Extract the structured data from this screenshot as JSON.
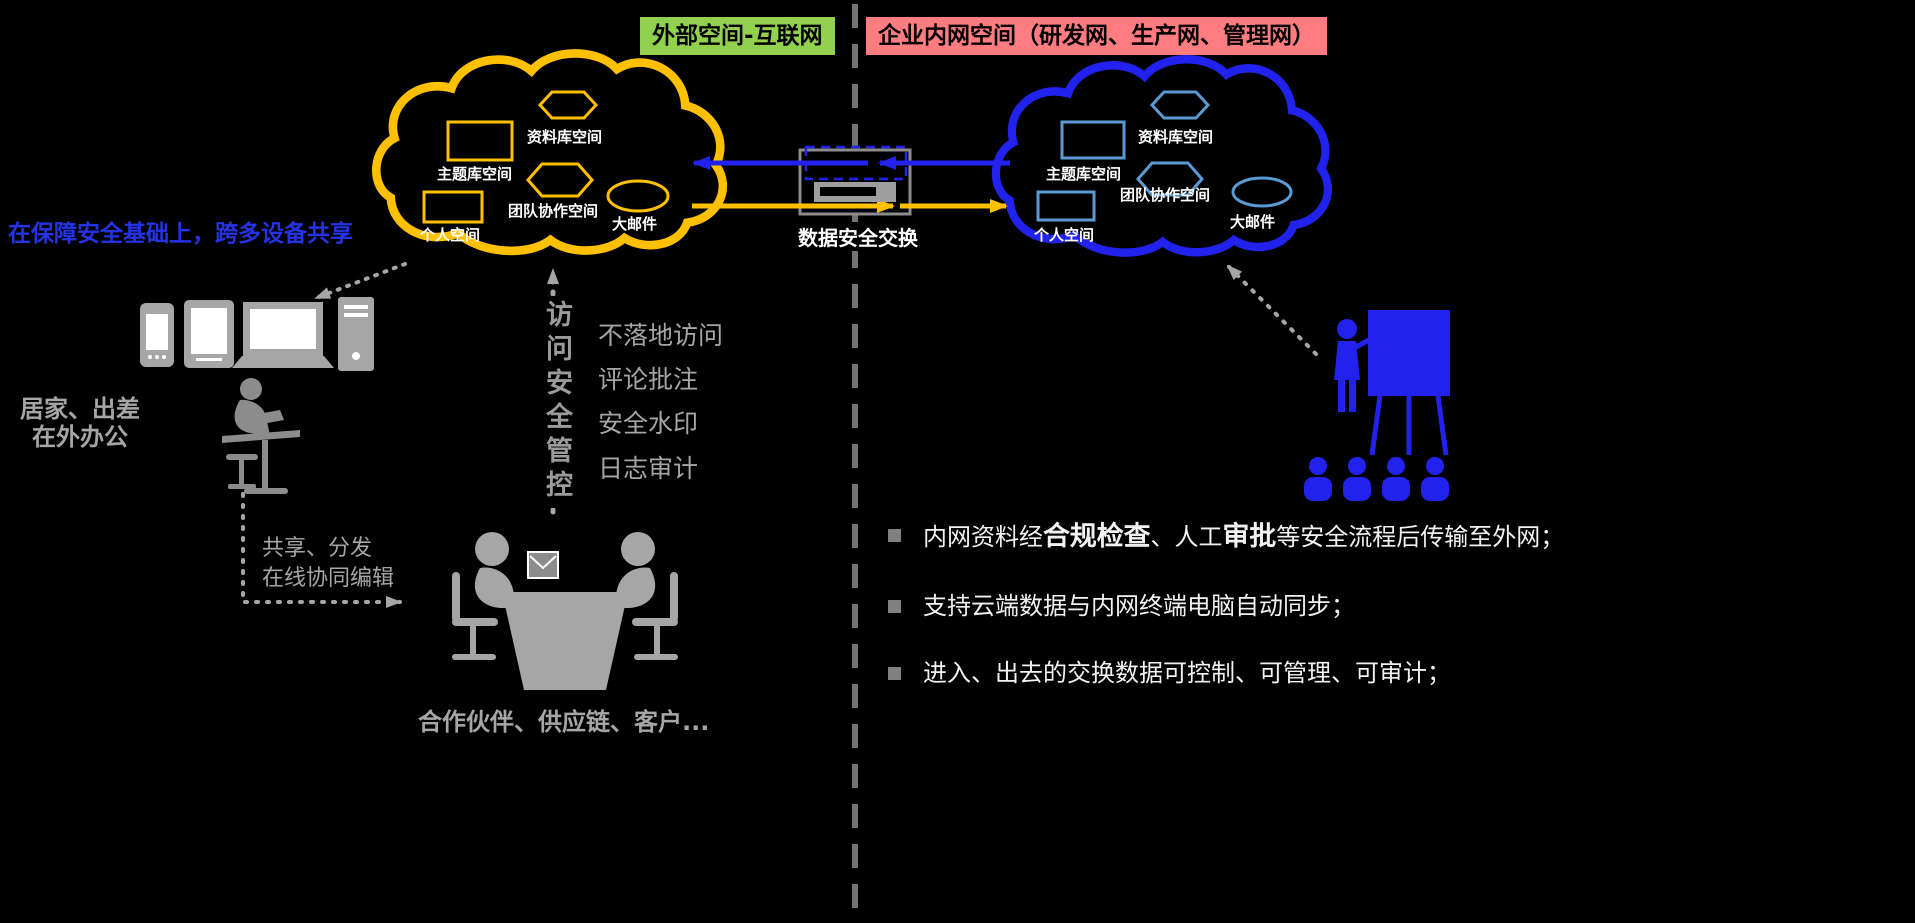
{
  "colors": {
    "background": "#000000",
    "external_badge": "#92D050",
    "internal_badge": "#FF7C80",
    "external_cloud": "#FFC000",
    "internal_cloud": "#2222EE",
    "internal_shapes": "#5B9BD5",
    "gray": "#A6A6A6",
    "headline_blue": "#2433E6",
    "white": "#FFFFFF"
  },
  "header": {
    "external": "外部空间-互联网",
    "internal": "企业内网空间（研发网、生产网、管理网）"
  },
  "cloud_items": [
    "资料库空间",
    "主题库空间",
    "团队协作空间",
    "个人空间",
    "大邮件"
  ],
  "exchange_label": "数据安全交换",
  "left": {
    "headline": "在保障安全基础上，跨多设备共享",
    "remote_line1": "居家、出差",
    "remote_line2": "在外办公",
    "share_line1": "共享、分发",
    "share_line2": "在线协同编辑",
    "access_control": "访问安全管控",
    "features": [
      "不落地访问",
      "评论批注",
      "安全水印",
      "日志审计"
    ],
    "partners": "合作伙伴、供应链、客户..."
  },
  "right": {
    "bullets": [
      {
        "segments": [
          {
            "text": "内网资料经"
          },
          {
            "text": "合规检查",
            "bold": true
          },
          {
            "text": "、人工"
          },
          {
            "text": "审批",
            "bold": true
          },
          {
            "text": "等安全流程后传输至外网；"
          }
        ]
      },
      {
        "segments": [
          {
            "text": "支持云端数据与内网终端电脑自动同步；"
          }
        ]
      },
      {
        "segments": [
          {
            "text": "进入、出去的交换数据可控制、可管理、可审计；"
          }
        ]
      }
    ]
  },
  "icons": {
    "devices": [
      "smartphone-icon",
      "tablet-icon",
      "laptop-icon",
      "desktop-tower-icon"
    ],
    "remote_worker": "person-at-desk-icon",
    "meeting": "partners-meeting-icon",
    "exchange": "secure-exchange-gateway-icon",
    "presentation": "presenter-with-board-icon",
    "audience": "audience-icon"
  }
}
